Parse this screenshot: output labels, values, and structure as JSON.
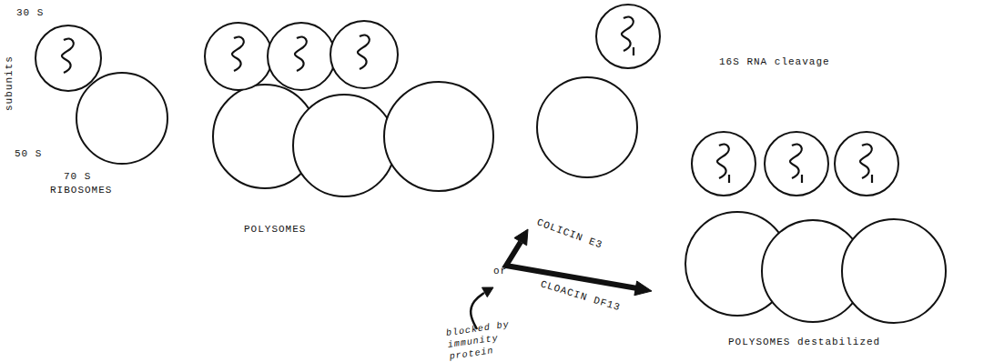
{
  "diagram": {
    "labels": [
      "subunits",
      "30 S",
      "50 S",
      "70 S",
      "RIBOSOMES",
      "POLYSOMES",
      "16S RNA cleavage",
      "COLICIN E3",
      "or",
      "CLOACIN DF13",
      "blocked by immunity protein",
      "POLYSOMES destabilized"
    ]
  }
}
